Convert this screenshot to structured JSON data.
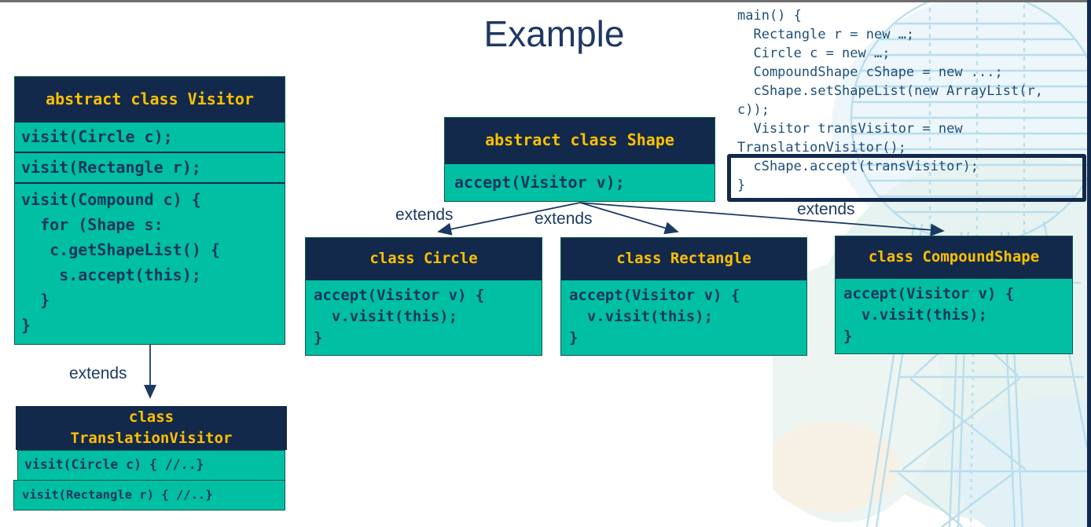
{
  "slide": {
    "title": "Example"
  },
  "labels": {
    "extends": "extends"
  },
  "boxes": {
    "visitor": {
      "header": "abstract class Visitor",
      "row1": "visit(Circle c);",
      "row2": "visit(Rectangle r);",
      "row3": "visit(Compound c) {\n  for (Shape s:\n   c.getShapeList() {\n    s.accept(this);\n  }\n}"
    },
    "translation_visitor": {
      "header": "class\nTranslationVisitor",
      "row1": "visit(Circle c) { //..}",
      "row2": "visit(Rectangle r) { //..}"
    },
    "shape": {
      "header": "abstract class Shape",
      "body": "accept(Visitor v);"
    },
    "circle": {
      "header": "class Circle",
      "body": "accept(Visitor v) {\n  v.visit(this);\n}"
    },
    "rectangle": {
      "header": "class Rectangle",
      "body": "accept(Visitor v) {\n  v.visit(this);\n}"
    },
    "compound_shape": {
      "header": "class CompoundShape",
      "body": "accept(Visitor v) {\n  v.visit(this);\n}"
    }
  },
  "code_panel": {
    "code": "main() {\n  Rectangle r = new …;\n  Circle c = new …;\n  CompoundShape cShape = new ...;\n  cShape.setShapeList(new ArrayList(r,\nc));\n  Visitor transVisitor = new\nTranslationVisitor();\n  cShape.accept(transVisitor);\n}"
  },
  "colors": {
    "navy": "#13294B",
    "teal": "#00BFA2",
    "header_yellow": "#FFC000",
    "title_blue": "#1F3864",
    "code_blue": "#1F4E79",
    "watermark_blue": "#B9DEED"
  }
}
